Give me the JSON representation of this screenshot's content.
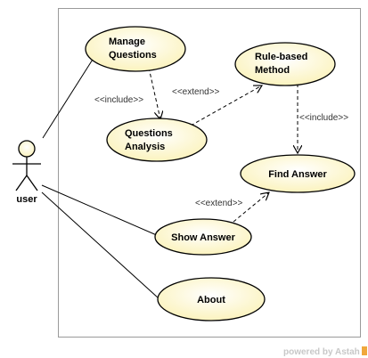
{
  "diagram": {
    "actor": {
      "label": "user"
    },
    "use_cases": [
      {
        "id": "manage",
        "lines": [
          "Manage",
          "Questions"
        ]
      },
      {
        "id": "analysis",
        "lines": [
          "Questions",
          "Analysis"
        ]
      },
      {
        "id": "rule",
        "lines": [
          "Rule-based",
          "Method"
        ]
      },
      {
        "id": "find",
        "lines": [
          "Find Answer"
        ]
      },
      {
        "id": "show",
        "lines": [
          "Show Answer"
        ]
      },
      {
        "id": "about",
        "lines": [
          "About"
        ]
      }
    ],
    "relations": [
      {
        "type": "include",
        "label": "<<include>>"
      },
      {
        "type": "extend",
        "label": "<<extend>>"
      },
      {
        "type": "include",
        "label": "<<include>>"
      },
      {
        "type": "extend",
        "label": "<<extend>>"
      }
    ],
    "footer": {
      "prefix": "powered by Astah",
      "suffix": ""
    },
    "colors": {
      "usecase_fill": "#fffbd6",
      "usecase_stroke": "#000000",
      "actor_fill": "#fffbd6"
    }
  }
}
